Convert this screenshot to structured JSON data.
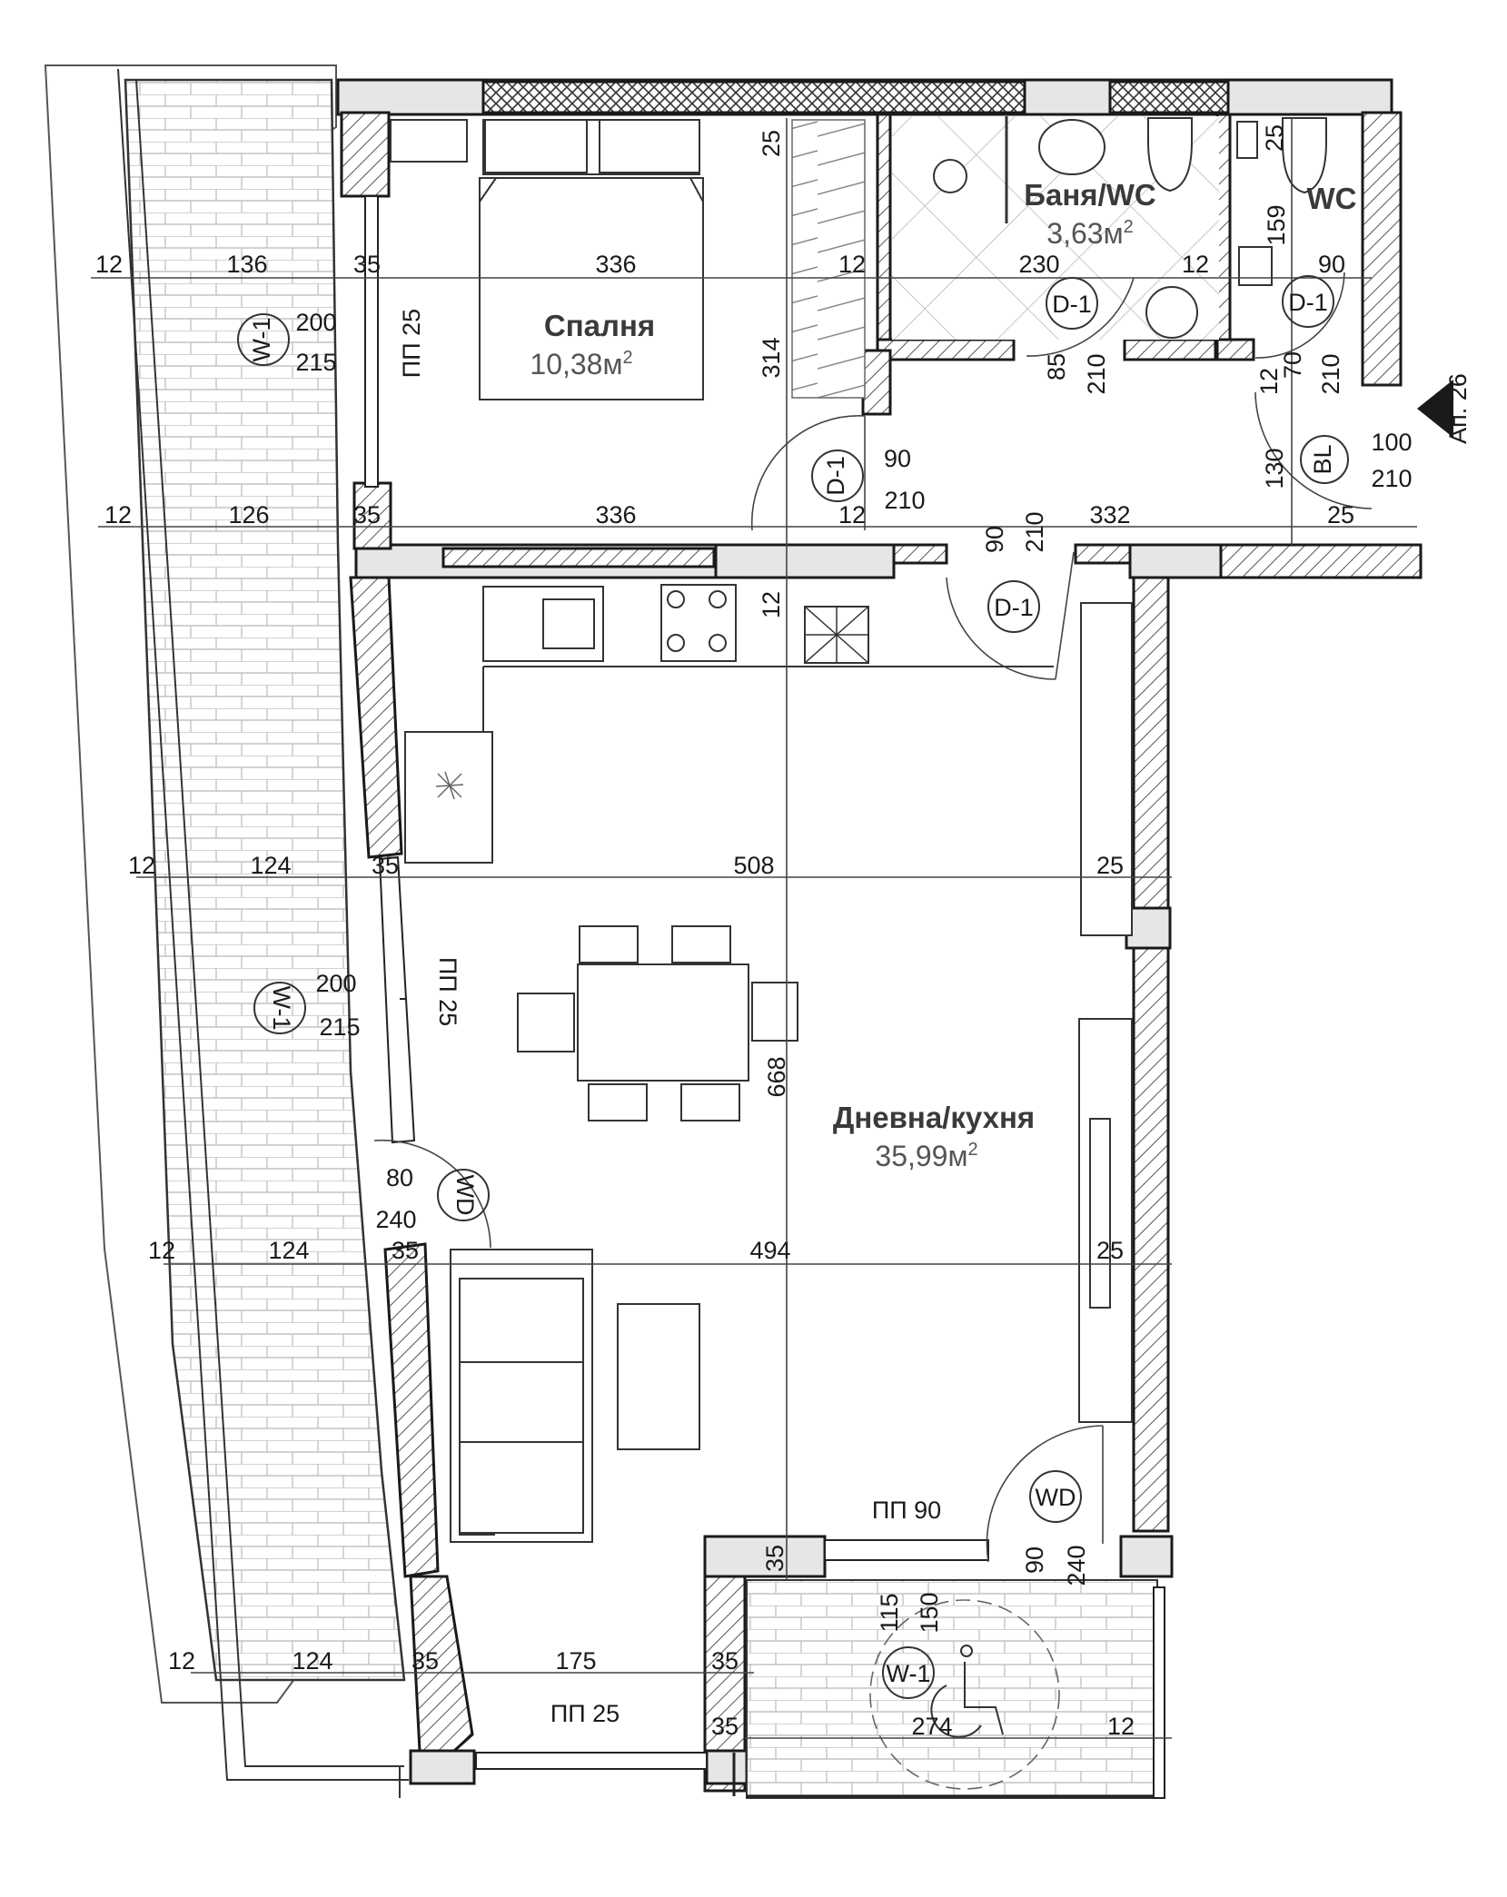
{
  "rooms": {
    "bedroom": {
      "name": "Спалня",
      "area": "10,38м"
    },
    "bath": {
      "name": "Баня/WC",
      "area": "3,63м"
    },
    "wc": {
      "name": "WC"
    },
    "living": {
      "name": "Дневна/кухня",
      "area": "35,99м"
    },
    "area_sup": "2"
  },
  "apartment_tag": "Ап. 26",
  "tags": {
    "w1": "W-1",
    "d1": "D-1",
    "wd": "WD",
    "bl": "BL",
    "pp25": "ПП 25",
    "pp90": "ПП 90"
  },
  "dims": {
    "row1": [
      "12",
      "136",
      "35",
      "336",
      "12",
      "230",
      "12",
      "90"
    ],
    "row2": [
      "12",
      "126",
      "35",
      "336",
      "12",
      "332",
      "25"
    ],
    "row3": [
      "12",
      "124",
      "35",
      "508",
      "25"
    ],
    "row4": [
      "12",
      "124",
      "35",
      "494",
      "25"
    ],
    "row5": [
      "12",
      "124",
      "35",
      "175",
      "35"
    ],
    "row6": [
      "35",
      "274",
      "12"
    ],
    "w1_top": [
      "200",
      "215"
    ],
    "w1_mid": [
      "200",
      "215"
    ],
    "w1_bottom": [
      "115",
      "150"
    ],
    "d1_bath": [
      "85",
      "210"
    ],
    "d1_wc": [
      "70",
      "210"
    ],
    "d1_bed": [
      "90",
      "210"
    ],
    "d1_living": [
      "90",
      "210"
    ],
    "wd_left": [
      "80",
      "240"
    ],
    "wd_right": [
      "90",
      "240"
    ],
    "bl": [
      "100",
      "210"
    ],
    "v_25_a": "25",
    "v_314": "314",
    "v_159": "159",
    "v_25_b": "25",
    "v_12_a": "12",
    "v_130": "130",
    "v_12_b": "12",
    "v_668": "668",
    "v_35": "35"
  }
}
